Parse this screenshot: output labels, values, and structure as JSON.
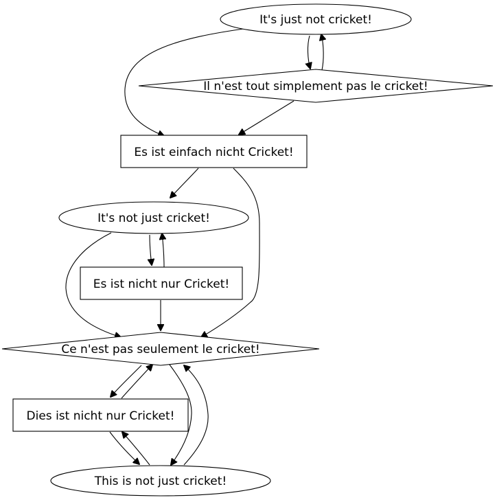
{
  "diagram": {
    "nodes": {
      "n1": {
        "label": "It's just not cricket!",
        "shape": "ellipse"
      },
      "n2": {
        "label": "Il n'est tout simplement pas le cricket!",
        "shape": "diamond"
      },
      "n3": {
        "label": "Es ist einfach nicht Cricket!",
        "shape": "box"
      },
      "n4": {
        "label": "It's not just cricket!",
        "shape": "ellipse"
      },
      "n5": {
        "label": "Es ist nicht nur Cricket!",
        "shape": "box"
      },
      "n6": {
        "label": "Ce n'est pas seulement le cricket!",
        "shape": "diamond"
      },
      "n7": {
        "label": "Dies ist nicht nur Cricket!",
        "shape": "box"
      },
      "n8": {
        "label": "This is not just cricket!",
        "shape": "ellipse"
      }
    },
    "edges": [
      {
        "from": "n1",
        "to": "n2"
      },
      {
        "from": "n2",
        "to": "n1"
      },
      {
        "from": "n1",
        "to": "n3"
      },
      {
        "from": "n2",
        "to": "n3"
      },
      {
        "from": "n3",
        "to": "n4"
      },
      {
        "from": "n3",
        "to": "n6"
      },
      {
        "from": "n4",
        "to": "n5"
      },
      {
        "from": "n5",
        "to": "n4"
      },
      {
        "from": "n4",
        "to": "n6"
      },
      {
        "from": "n5",
        "to": "n6"
      },
      {
        "from": "n6",
        "to": "n7"
      },
      {
        "from": "n7",
        "to": "n6"
      },
      {
        "from": "n6",
        "to": "n8"
      },
      {
        "from": "n8",
        "to": "n6"
      },
      {
        "from": "n7",
        "to": "n8"
      },
      {
        "from": "n8",
        "to": "n7"
      }
    ]
  }
}
